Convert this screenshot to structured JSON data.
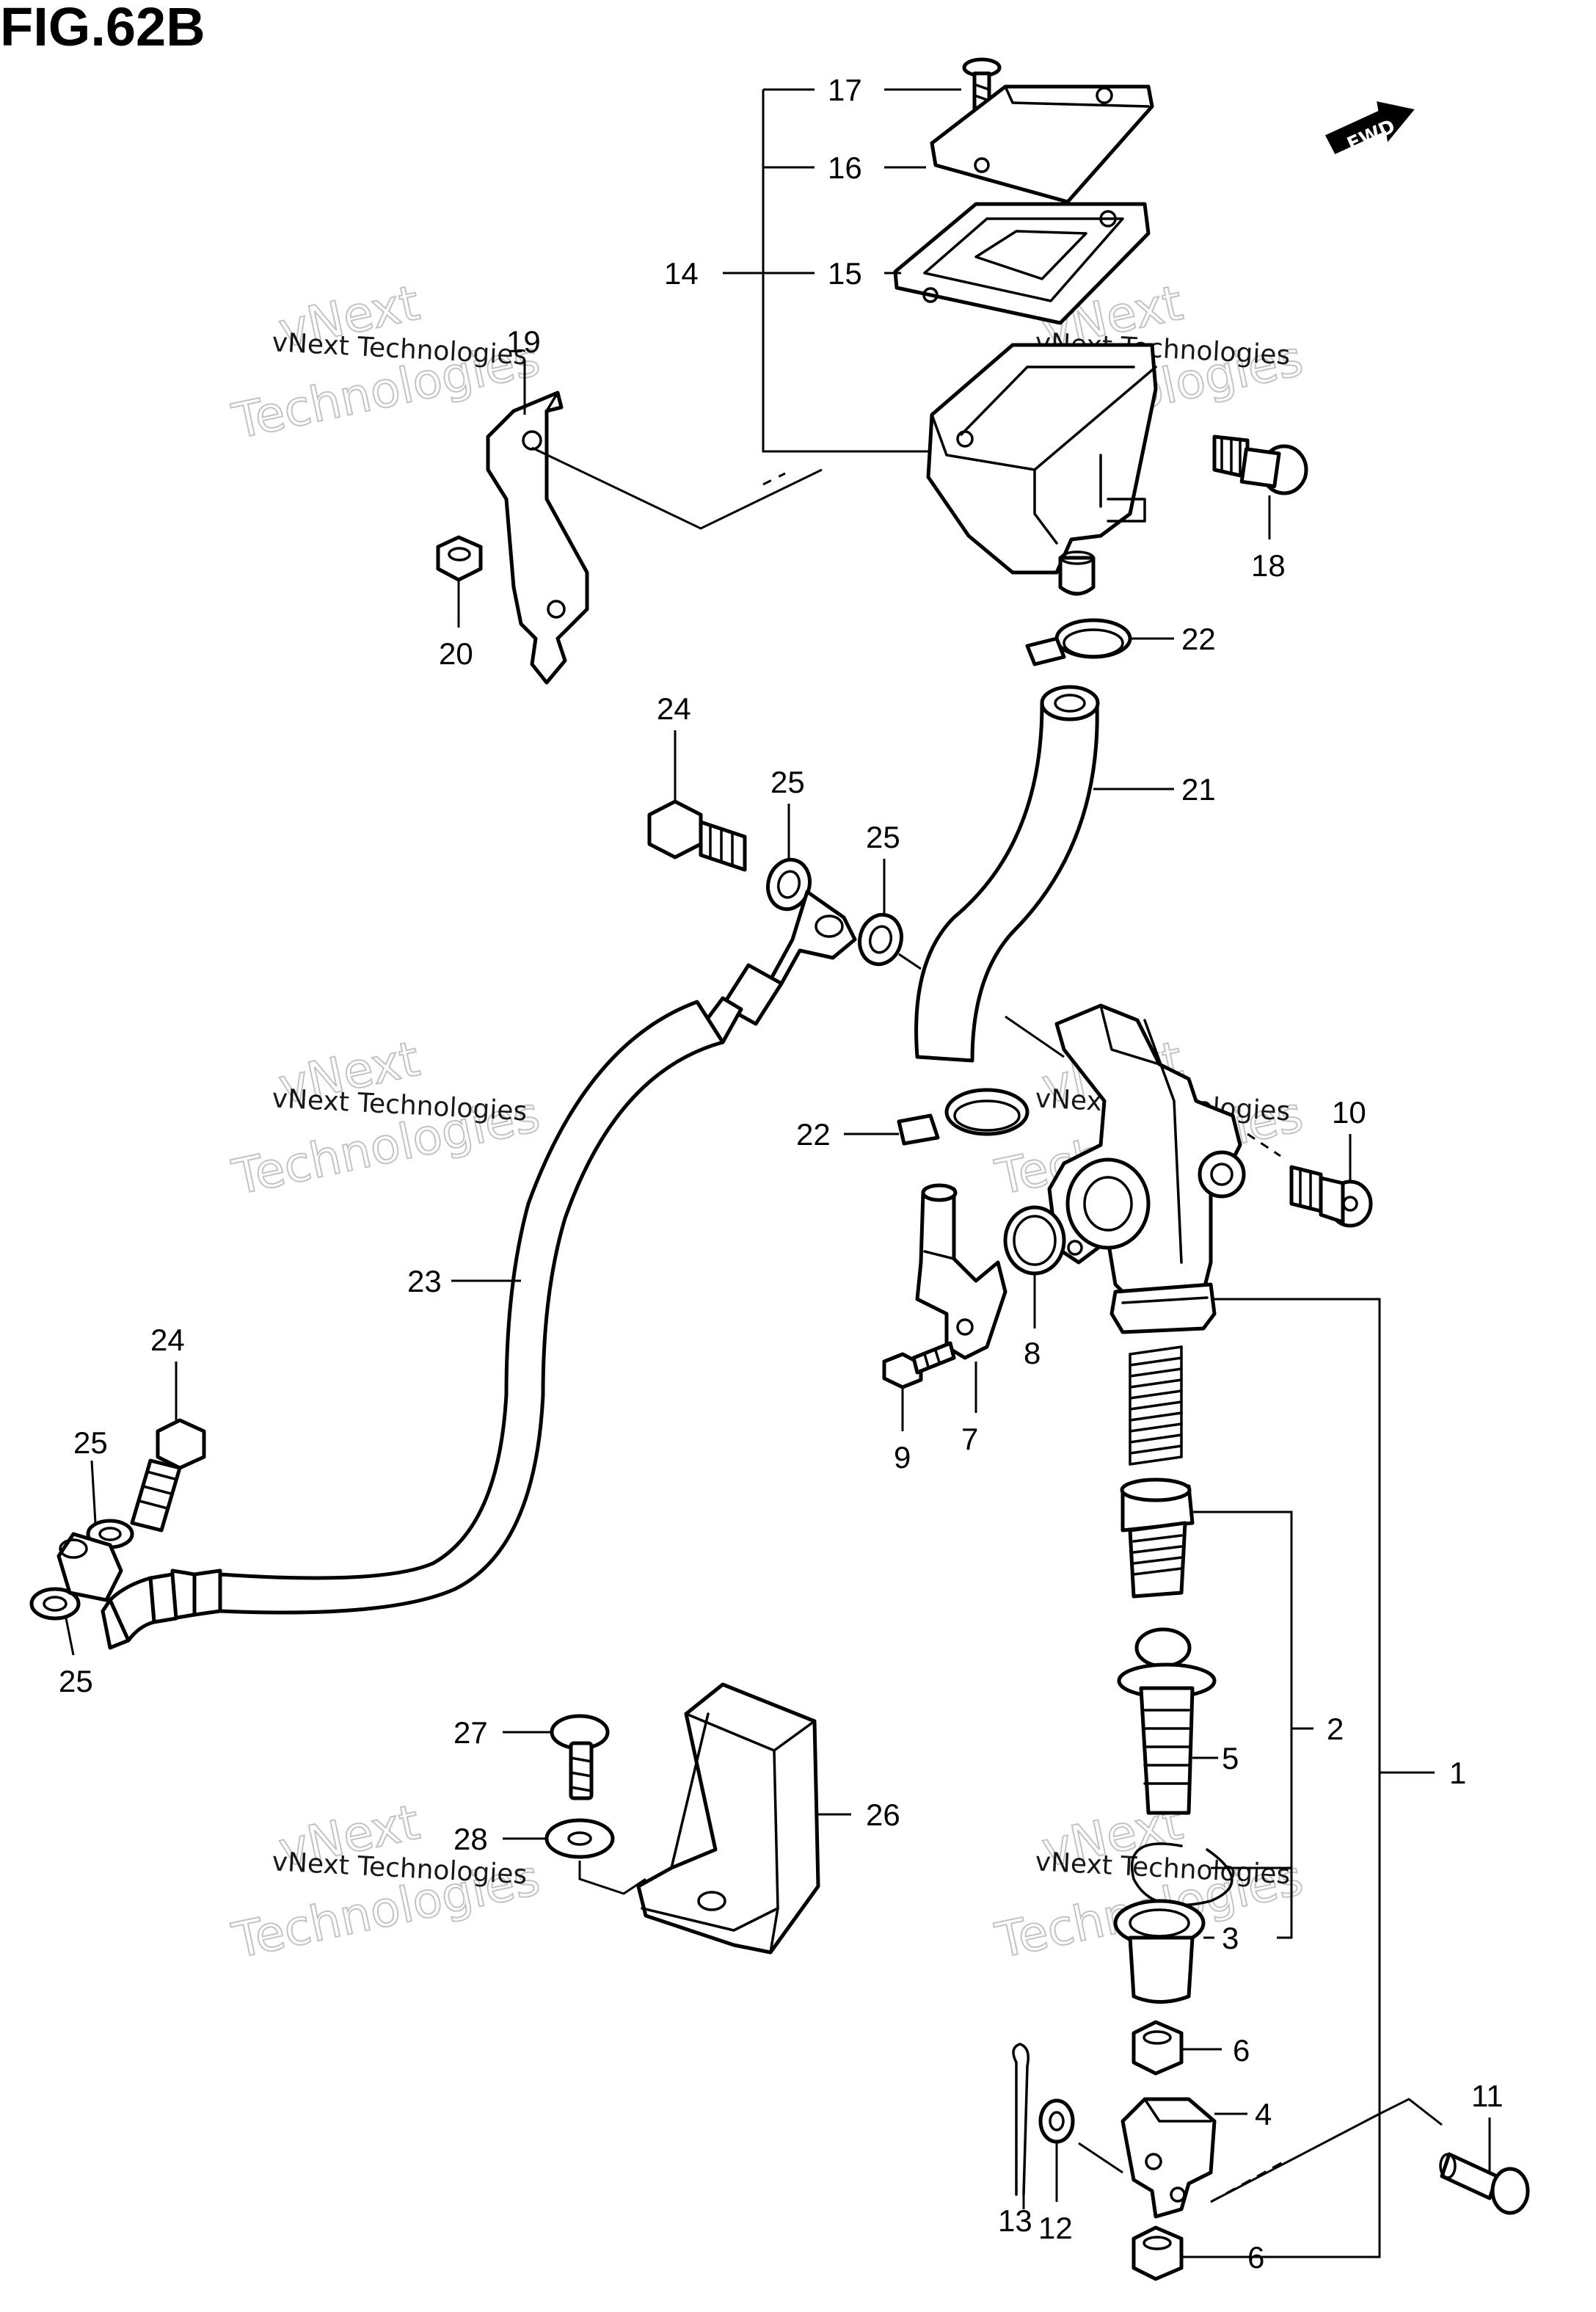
{
  "figure": {
    "title": "FIG.62B"
  },
  "fwd_badge": {
    "label": "FWD"
  },
  "watermark": {
    "line1": "vNext",
    "line2": "Technologies",
    "small": "vNext Technologies"
  },
  "callouts": {
    "c1": "1",
    "c2": "2",
    "c3": "3",
    "c4": "4",
    "c5": "5",
    "c6a": "6",
    "c6b": "6",
    "c7": "7",
    "c8": "8",
    "c9": "9",
    "c10": "10",
    "c11": "11",
    "c12": "12",
    "c13": "13",
    "c14": "14",
    "c15": "15",
    "c16": "16",
    "c17": "17",
    "c18": "18",
    "c19": "19",
    "c20": "20",
    "c21": "21",
    "c22a": "22",
    "c22b": "22",
    "c23": "23",
    "c24a": "24",
    "c24b": "24",
    "c25a": "25",
    "c25b": "25",
    "c25c": "25",
    "c25d": "25",
    "c26": "26",
    "c27": "27",
    "c28": "28"
  }
}
